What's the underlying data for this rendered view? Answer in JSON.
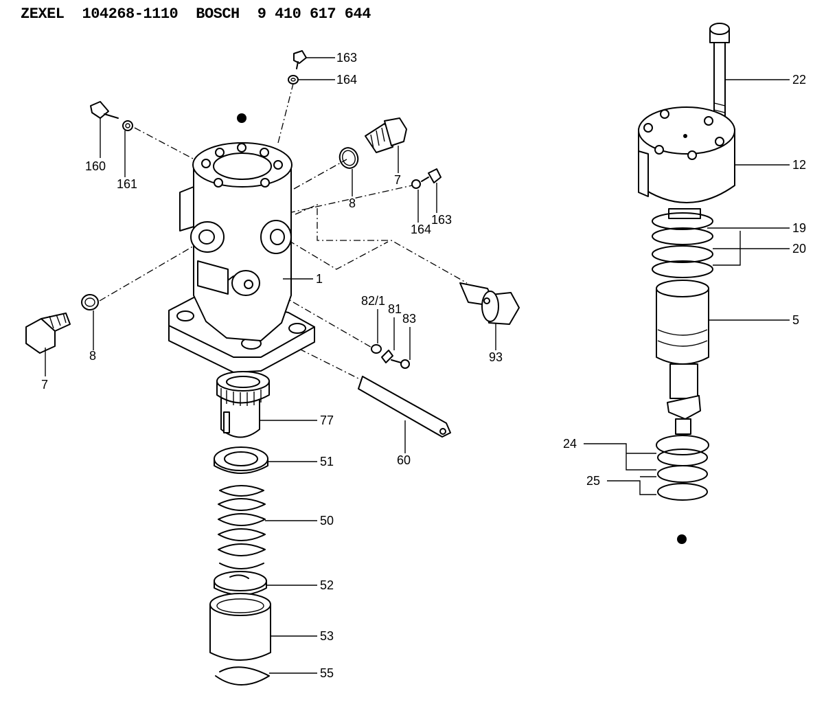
{
  "header": {
    "maker": "ZEXEL",
    "part_number": "104268-1110",
    "brand": "BOSCH",
    "brand_number": "9 410 617 644"
  },
  "labels": {
    "p163a": "163",
    "p164a": "164",
    "p160": "160",
    "p161": "161",
    "p7a": "7",
    "p8a": "8",
    "p163b": "163",
    "p164b": "164",
    "p1": "1",
    "p82": "82/1",
    "p81": "81",
    "p83": "83",
    "p93": "93",
    "p7b": "7",
    "p8b": "8",
    "p77": "77",
    "p60": "60",
    "p51": "51",
    "p50": "50",
    "p52": "52",
    "p53": "53",
    "p55": "55",
    "p22": "22",
    "p12": "12",
    "p19": "19",
    "p20": "20",
    "p5": "5",
    "p24": "24",
    "p25": "25"
  }
}
